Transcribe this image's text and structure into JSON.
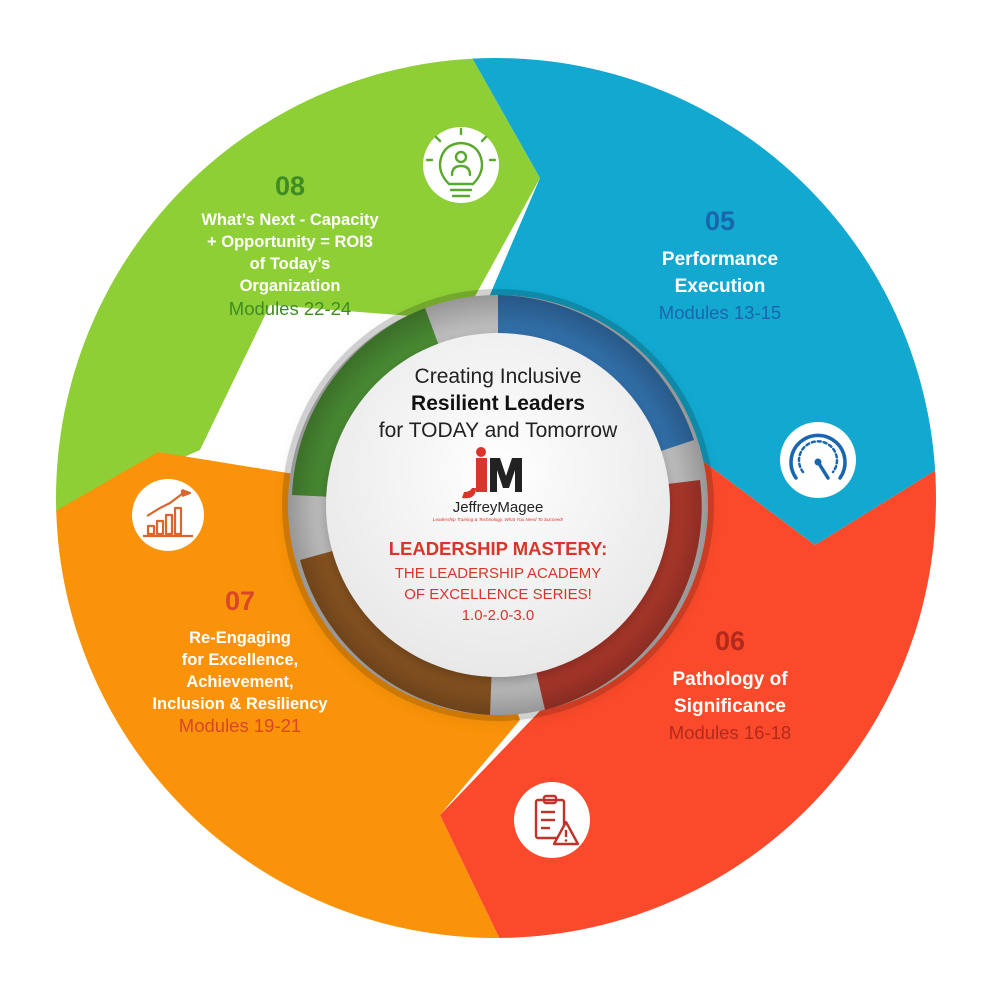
{
  "center": {
    "line1": "Creating Inclusive",
    "line2": "Resilient Leaders",
    "line3": "for TODAY and Tomorrow",
    "logo": {
      "mark": "JM",
      "wordmark": "JeffreyMagee",
      "tagline": "Leadership Training & Technology, What You Need To Succeed!"
    },
    "program_title": "LEADERSHIP MASTERY:",
    "program_sub1": "THE LEADERSHIP ACADEMY",
    "program_sub2": "OF EXCELLENCE SERIES!",
    "program_versions": "1.0-2.0-3.0"
  },
  "segments": [
    {
      "number": "05",
      "title_lines": [
        "Performance",
        "Execution"
      ],
      "modules": "Modules 13-15",
      "color": "#12a8cf",
      "accent": "#1a66ae",
      "icon": "speedometer-icon"
    },
    {
      "number": "06",
      "title_lines": [
        "Pathology of",
        "Significance"
      ],
      "modules": "Modules 16-18",
      "color": "#fb4a2b",
      "accent": "#b32a1c",
      "icon": "clipboard-warning-icon"
    },
    {
      "number": "07",
      "title_lines": [
        "Re-Engaging",
        "for Excellence,",
        "Achievement,",
        "Inclusion & Resiliency"
      ],
      "modules": "Modules 19-21",
      "color": "#fa9309",
      "accent": "#d9462a",
      "icon": "growth-chart-icon"
    },
    {
      "number": "08",
      "title_lines": [
        "What’s Next - Capacity",
        "+ Opportunity = ROI3",
        "of Today’s",
        "Organization"
      ],
      "modules": "Modules 22-24",
      "color": "#8ecf36",
      "accent": "#3f8c25",
      "icon": "lightbulb-person-icon"
    }
  ],
  "colors": {
    "ring_gray": "#c9c9c9",
    "center_fill": "#f4f4f4",
    "brand_red": "#d9352a",
    "brand_dark": "#222222"
  }
}
